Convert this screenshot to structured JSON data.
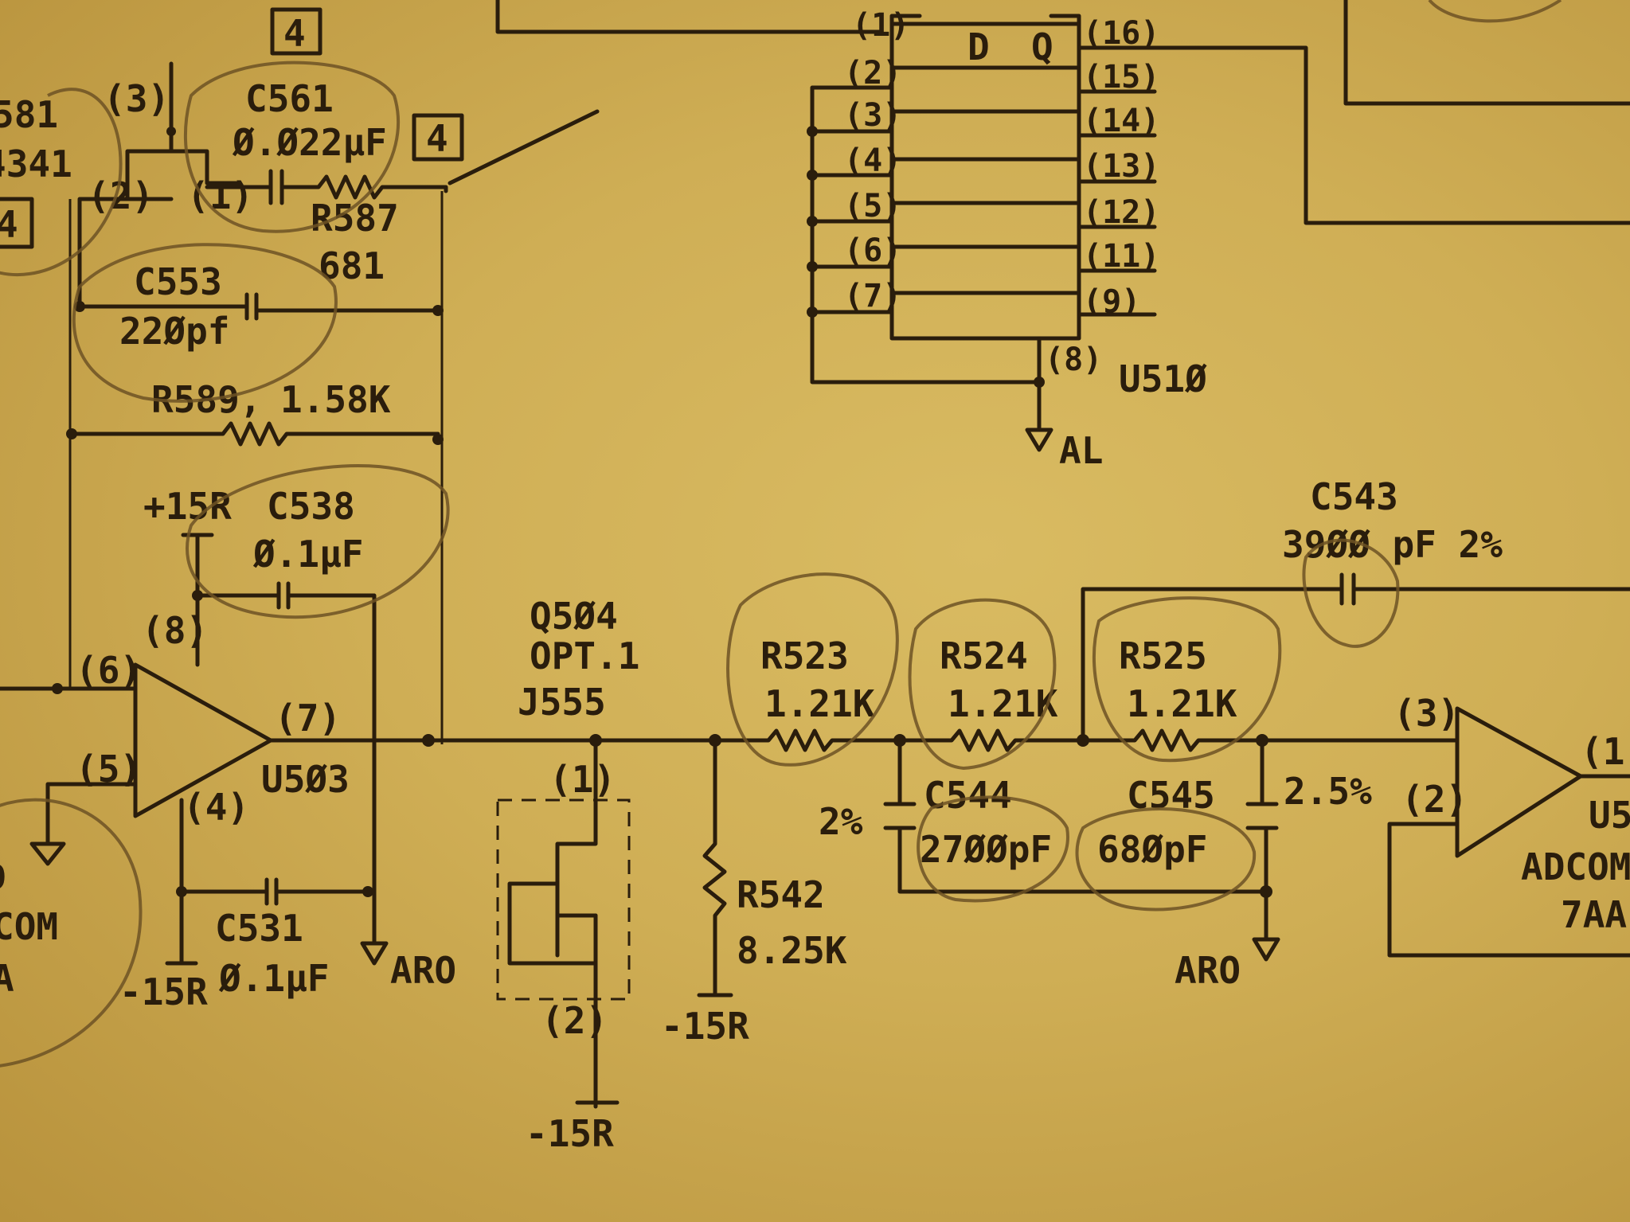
{
  "components": {
    "c561": {
      "ref": "C561",
      "value": "Ø.Ø22µF"
    },
    "r587": {
      "ref": "R587",
      "value": "681"
    },
    "c553": {
      "ref": "C553",
      "value": "22Øpf"
    },
    "r589": {
      "ref": "R589,",
      "value": "1.58K"
    },
    "c538": {
      "ref": "C538",
      "value": "Ø.1µF"
    },
    "c531": {
      "ref": "C531",
      "value": "Ø.1µF"
    },
    "u503": {
      "ref": "U5Ø3"
    },
    "q504": {
      "ref": "Q5Ø4",
      "opt": "OPT.1",
      "part": "J555"
    },
    "r523": {
      "ref": "R523",
      "value": "1.21K"
    },
    "r524": {
      "ref": "R524",
      "value": "1.21K"
    },
    "r525": {
      "ref": "R525",
      "value": "1.21K"
    },
    "r542": {
      "ref": "R542",
      "value": "8.25K"
    },
    "c543": {
      "ref": "C543",
      "value": "39ØØ pF 2%"
    },
    "c544": {
      "ref": "C544",
      "value": "27ØØpF",
      "tol": "2%"
    },
    "c545": {
      "ref": "C545",
      "value": "68ØpF",
      "tol": "2.5%"
    },
    "u510": {
      "ref": "U51Ø"
    },
    "u5x": {
      "ref": "U5",
      "label1": "ADCOM",
      "label2": "7AA"
    }
  },
  "pins": {
    "p3": "(3)",
    "p2": "(2)",
    "p1": "(1)",
    "p8": "(8)",
    "p6": "(6)",
    "p7": "(7)",
    "p5": "(5)",
    "p4": "(4)",
    "ic1": "(1)",
    "ic2": "(2)",
    "ic3": "(3)",
    "ic4": "(4)",
    "ic5": "(5)",
    "ic6": "(6)",
    "ic7": "(7)",
    "ic8": "(8)",
    "ic16": "(16)",
    "ic15": "(15)",
    "ic14": "(14)",
    "ic13": "(13)",
    "ic12": "(12)",
    "ic11": "(11)",
    "ic9": "(9)",
    "icD": "D",
    "icQ": "Q"
  },
  "nets": {
    "plus15r": "+15R",
    "minus15r": "-15R",
    "aro": "ARO",
    "al": "AL",
    "box4": "4",
    "leftcut1": "581",
    "leftcut2": "4341",
    "leftcut3": "D",
    "leftcut4": "COM",
    "leftcut5": "A"
  }
}
